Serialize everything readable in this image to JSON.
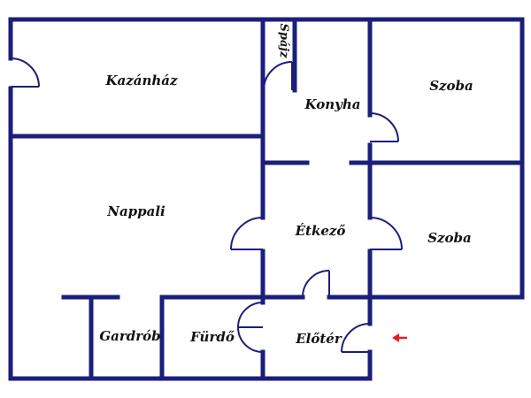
{
  "rooms": {
    "kazanhaz": "Kazánház",
    "spajz": "Spájz",
    "konyha": "Konyha",
    "szoba_top": "Szoba",
    "nappali": "Nappali",
    "etkezo": "Étkező",
    "szoba_mid": "Szoba",
    "gardrob": "Gardrób",
    "furdo": "Fürdő",
    "eloter": "Előtér"
  },
  "colors": {
    "wall": "#1b1f7a",
    "window": "#a9c4dc",
    "entrance_arrow": "#e02020"
  },
  "icons": {
    "entrance": "entrance-arrow-icon"
  }
}
